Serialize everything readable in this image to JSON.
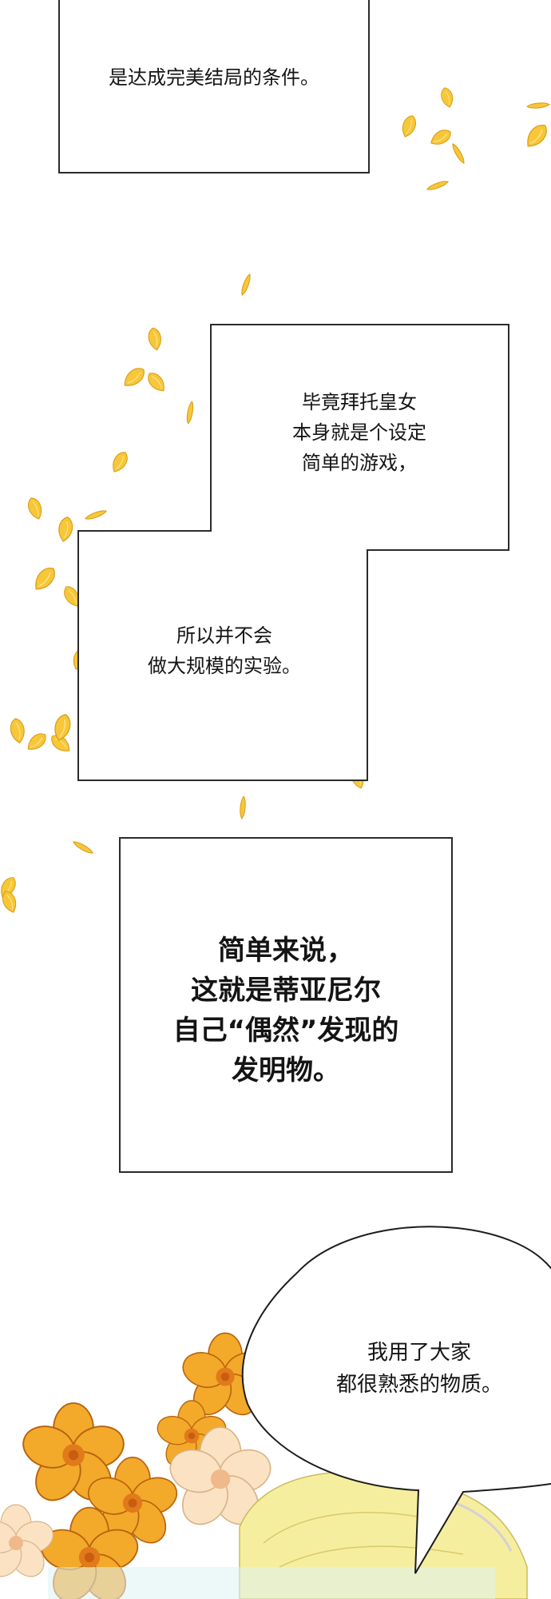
{
  "captions": {
    "perfect_ending": [
      "是达成完美结局的条件。"
    ],
    "simple_game": [
      "毕竟拜托皇女",
      "本身就是个设定",
      "简单的游戏，"
    ],
    "small_experiment": [
      "所以并不会",
      "做大规模的实验。"
    ],
    "invention": [
      "简单来说，",
      "这就是蒂亚尼尔",
      "自己“偶然”发现的",
      "发明物。"
    ]
  },
  "speech": {
    "materials": [
      "我用了大家",
      "都很熟悉的物质。"
    ]
  },
  "colors": {
    "petal": "#f7c739",
    "petal_edge": "#d89a12",
    "flower": "#f3a92a",
    "flower_center": "#e07a1a",
    "pale_flower": "#fbe2c3",
    "hair": "#f6ee9f",
    "ink": "#2b2b2b"
  },
  "icons": [
    "flower-petal-icon",
    "orange-flower-icon"
  ]
}
